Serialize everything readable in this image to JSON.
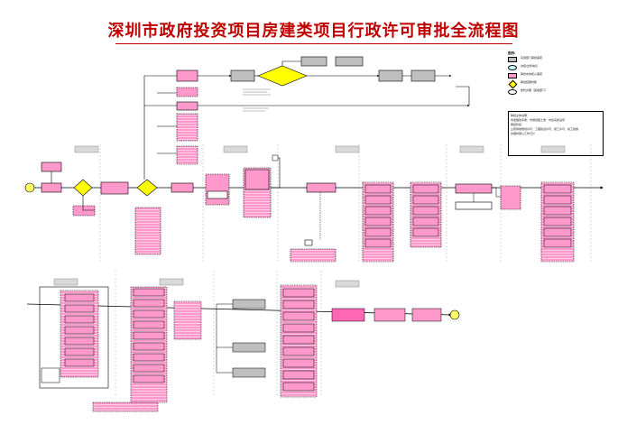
{
  "page": {
    "title": "深圳市政府投资项目房建类项目行政许可审批全流程图"
  },
  "legend": {
    "heading": "图例:",
    "items": [
      {
        "label": "实施部门审批事项"
      },
      {
        "label": "办结/出件信息"
      },
      {
        "label": "审批中的核心事项"
      },
      {
        "label": "审批结果判断"
      },
      {
        "label": "委托办理（其他部门）"
      }
    ],
    "notes": [
      "审批主体说明：",
      "市发展改革委、市规划国土委、市住房建设局",
      "审批阶段：",
      "立项用地规划许可、工程建设许可、施工许可、竣工验收",
      "办理时限以工作日计"
    ]
  },
  "colors": {
    "title": "#c00000",
    "pink_box": "#ff99cc",
    "pink_box_dark": "#ff66b3",
    "grey_box": "#bfbfbf",
    "diamond": "#ffff00",
    "terminal": "#ffff66",
    "stage_bar": "#d9d9d9"
  }
}
